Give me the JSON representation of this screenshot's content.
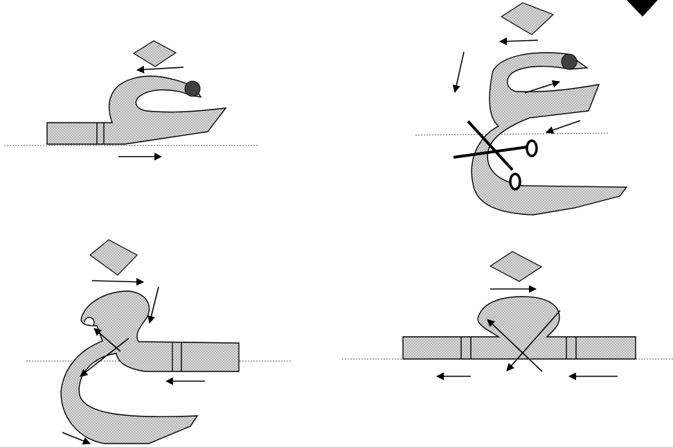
{
  "diagram": {
    "panels": [
      {
        "id": "top-left"
      },
      {
        "id": "top-right"
      },
      {
        "id": "bottom-left"
      },
      {
        "id": "bottom-right"
      }
    ],
    "colors": {
      "shape_fill": "#d6d6d6",
      "stipple_dot": "#8a8a8a",
      "stroke": "#000000",
      "bead": "#404040",
      "baseline": "#555555"
    },
    "icons": [
      "down-triangle-icon",
      "scissors-icon",
      "diamond-chip-icon",
      "arrow-icon",
      "bead-icon"
    ]
  }
}
